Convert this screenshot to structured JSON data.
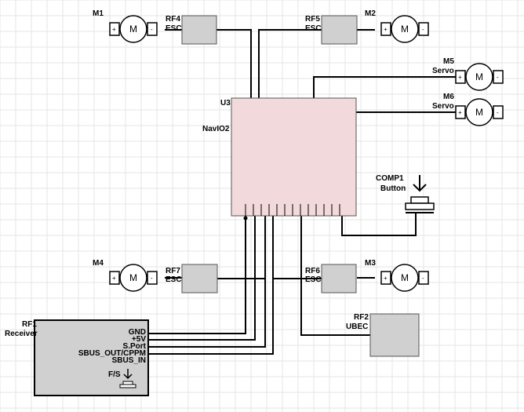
{
  "components": {
    "m1": {
      "ref": "M1",
      "symbol": "M"
    },
    "m2": {
      "ref": "M2",
      "symbol": "M"
    },
    "m3": {
      "ref": "M3",
      "symbol": "M"
    },
    "m4": {
      "ref": "M4",
      "symbol": "M"
    },
    "m5": {
      "ref": "M5",
      "type": "Servo",
      "symbol": "M"
    },
    "m6": {
      "ref": "M6",
      "type": "Servo",
      "symbol": "M"
    },
    "rf4": {
      "ref": "RF4",
      "type": "ESC"
    },
    "rf5": {
      "ref": "RF5",
      "type": "ESC"
    },
    "rf6": {
      "ref": "RF6",
      "type": "ESC"
    },
    "rf7": {
      "ref": "RF7",
      "type": "ESC"
    },
    "u3": {
      "ref": "U3",
      "type": "NavIO2"
    },
    "comp1": {
      "ref": "COMP1",
      "type": "Button"
    },
    "rf2": {
      "ref": "RF2",
      "type": "UBEC"
    },
    "rf1": {
      "ref": "RF1",
      "type": "Receiver",
      "pins": [
        "GND",
        "+5V",
        "S.Port",
        "SBUS_OUT/CPPM",
        "SBUS_IN"
      ],
      "button_label": "F/S"
    }
  },
  "terminal_plus": "+",
  "terminal_minus": "-",
  "colors": {
    "navio_fill": "#f2d9db",
    "block_fill": "#d0d0d0",
    "grid": "#e6e6e6",
    "wire": "#000000"
  }
}
